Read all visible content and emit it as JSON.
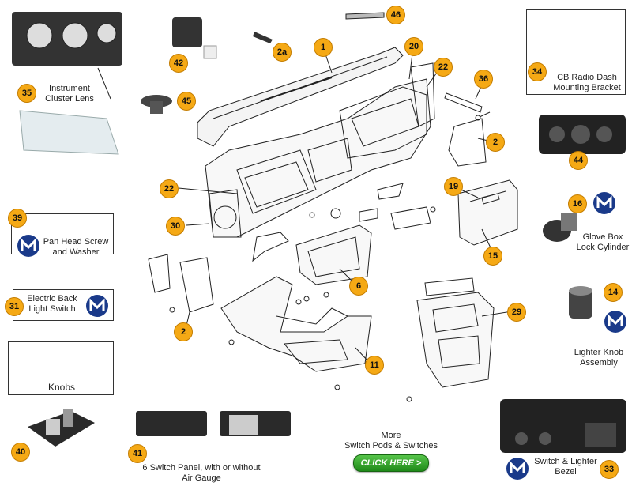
{
  "parts": [
    {
      "num": "1",
      "label": ""
    },
    {
      "num": "2",
      "label": ""
    },
    {
      "num": "2a",
      "label": ""
    },
    {
      "num": "6",
      "label": ""
    },
    {
      "num": "11",
      "label": ""
    },
    {
      "num": "14",
      "label": "Lighter Knob Assembly"
    },
    {
      "num": "15",
      "label": ""
    },
    {
      "num": "16",
      "label": "Glove Box Lock Cylinder"
    },
    {
      "num": "19",
      "label": ""
    },
    {
      "num": "20",
      "label": ""
    },
    {
      "num": "22",
      "label": ""
    },
    {
      "num": "29",
      "label": ""
    },
    {
      "num": "30",
      "label": ""
    },
    {
      "num": "31",
      "label": "Electric Back Light Switch"
    },
    {
      "num": "33",
      "label": "Switch & Lighter Bezel"
    },
    {
      "num": "34",
      "label": "CB Radio Dash Mounting Bracket"
    },
    {
      "num": "35",
      "label": "Instrument Cluster Lens"
    },
    {
      "num": "36",
      "label": ""
    },
    {
      "num": "39",
      "label": "Pan Head Screw and Washer"
    },
    {
      "num": "40",
      "label": ""
    },
    {
      "num": "41",
      "label": "6 Switch Panel, with or without Air Gauge"
    },
    {
      "num": "42",
      "label": ""
    },
    {
      "num": "44",
      "label": ""
    },
    {
      "num": "45",
      "label": ""
    },
    {
      "num": "46",
      "label": ""
    }
  ],
  "callouts": {
    "n1": "1",
    "n2a": "2",
    "n2b": "2",
    "n2a_screw": "2a",
    "n6": "6",
    "n11": "11",
    "n14": "14",
    "n15": "15",
    "n16": "16",
    "n19": "19",
    "n20": "20",
    "n22a": "22",
    "n22b": "22",
    "n29": "29",
    "n30": "30",
    "n31": "31",
    "n33": "33",
    "n34": "34",
    "n35": "35",
    "n36": "36",
    "n39": "39",
    "n40": "40",
    "n41": "41",
    "n42": "42",
    "n44": "44",
    "n45": "45",
    "n46": "46"
  },
  "labels": {
    "instrument_cluster_line1": "Instrument",
    "instrument_cluster_line2": "Cluster Lens",
    "cb_line1": "CB Radio Dash",
    "cb_line2": "Mounting Bracket",
    "glove_line1": "Glove Box",
    "glove_line2": "Lock Cylinder",
    "pan_line1": "Pan Head Screw",
    "pan_line2": "and Washer",
    "electric_line1": "Electric Back",
    "electric_line2": "Light Switch",
    "lighter_line1": "Lighter Knob",
    "lighter_line2": "Assembly",
    "knobs": "Knobs",
    "switch_panel_line1": "6 Switch Panel, with or without",
    "switch_panel_line2": "Air Gauge",
    "more_line1": "More",
    "more_line2": "Switch Pods & Switches",
    "click_here": "CLICK HERE >",
    "bezel_line1": "Switch & Lighter",
    "bezel_line2": "Bezel",
    "mopar_word": "MOPAR."
  },
  "colors": {
    "callout": "#f5a915",
    "mopar_blue": "#1a3a8a",
    "button_green": "#2aa323"
  }
}
